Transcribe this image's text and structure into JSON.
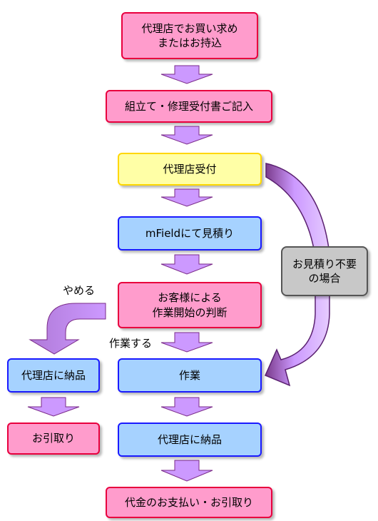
{
  "nodes": {
    "purchase": "代理店でお買い求め\nまたはお持込",
    "fill_form": "組立て・修理受付書ご記入",
    "dealer_reception": "代理店受付",
    "mfield_estimate": "mFieldにて見積り",
    "customer_decision": "お客様による\n作業開始の判断",
    "dealer_delivery_left": "代理店に納品",
    "pickup_left": "お引取り",
    "work": "作業",
    "dealer_delivery": "代理店に納品",
    "payment_pickup": "代金のお支払い・お引取り",
    "no_estimate": "お見積り不要\nの場合"
  },
  "labels": {
    "stop": "やめる",
    "proceed": "作業する"
  },
  "colors": {
    "pink_fill": "#ff9ccc",
    "pink_border": "#e8003e",
    "yellow_fill": "#ffffa6",
    "yellow_border": "#ffd700",
    "blue_fill": "#a6d2ff",
    "blue_border": "#1a1aff",
    "gray_fill": "#c8c8c8",
    "arrow_fill": "#cc99ff",
    "arrow_border": "#7a2a88"
  }
}
